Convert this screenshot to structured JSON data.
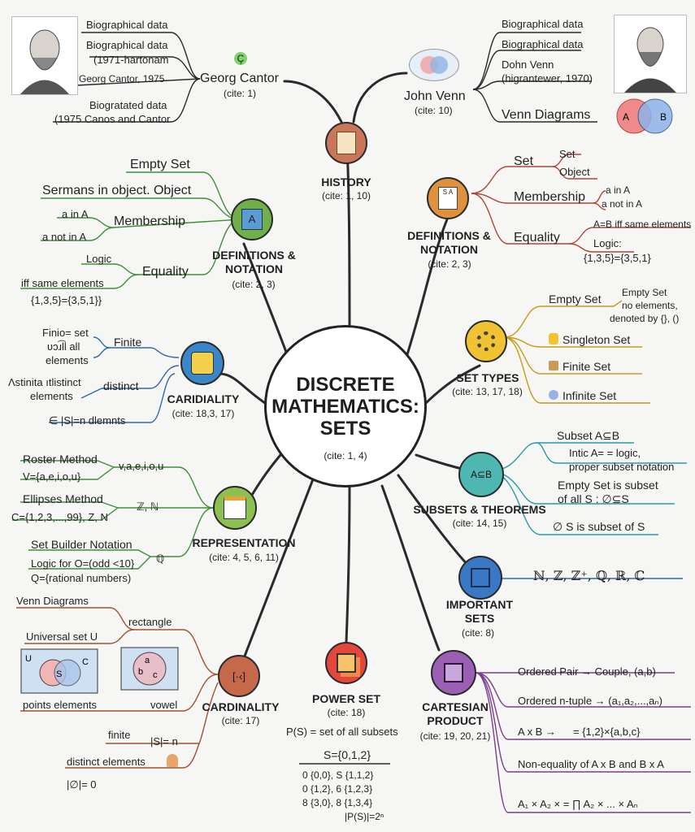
{
  "center": {
    "title_lines": [
      "DISCRETE",
      "MATHEMATICS:",
      "SETS"
    ],
    "cite": "(cite: 1, 4)"
  },
  "cantor": {
    "name": "Georg Cantor",
    "cite": "(cite: 1)",
    "small_icon": "Ç",
    "leaves": [
      "Biographical data",
      "Biographical data",
      "(1971-hartonam",
      "Georg Cantor, 1975",
      "Biogratated data",
      "(1975 Canos and Cantor"
    ]
  },
  "venn_person": {
    "name": "John Venn",
    "cite": "(cite: 10)",
    "leaves": [
      "Biographical data",
      "Biographical data",
      "Dohn Venn",
      "(higrantewer, 1970)",
      "Venn Diagrams"
    ],
    "diagram_labels": [
      "A",
      "B"
    ]
  },
  "history": {
    "title": "HISTORY",
    "cite": "(cite: 1, 10)"
  },
  "def_left": {
    "title_lines": [
      "DEFINITIONS &",
      "NOTATION"
    ],
    "cite": "(cite: 2, 3)",
    "icon_text": "A",
    "leaves": [
      "Empty Set",
      "Sermans in object. Object",
      "Membership",
      "a in A",
      "a not in A",
      "Logic",
      "Equality",
      "iff same elements",
      "{1,3,5}={3,5,1}}"
    ]
  },
  "def_right": {
    "title_lines": [
      "DEFINITIONS &",
      "NOTATION"
    ],
    "cite": "(cite: 2, 3)",
    "icon_text": "S A",
    "leaves": [
      "Set",
      "Set",
      "Object",
      "Membership",
      "a in A",
      "a not in A",
      "Equality",
      "A=B iff same elements",
      "Logic:",
      "{1,3,5}={3,5,1}"
    ]
  },
  "cardiality": {
    "title": "CARIDIALITY",
    "cite": "(cite: 18,3, 17)",
    "leaves": [
      "Finio= set",
      "Finite",
      "ʋɔɹ͡ll all",
      "elements",
      "Ʌstinita ıtlistinct",
      "distinct",
      "elements",
      "∈ |S|=n dlemnts"
    ]
  },
  "set_types": {
    "title": "SET TYPES",
    "cite": "(cite: 13, 17, 18)",
    "leaves": [
      "Empty Set",
      "Empty Set",
      "no elements,",
      "denoted by {}, ()",
      "Singleton Set",
      "Finite Set",
      "Infinite Set"
    ]
  },
  "representation": {
    "title": "REPRESENTATION",
    "cite": "(cite: 4, 5, 6, 11)",
    "leaves": [
      "Roster Method",
      "v,a,e,i,o,u",
      "V={a,e,i,o,u}",
      "Ellipses Method",
      "ℤ, ℕ",
      "C={1,2,3,...,99}, Z, N",
      "Set Builder Notation",
      "ℚ",
      "Logic for O=(odd <10}",
      "Q={rational numbers)"
    ]
  },
  "subsets": {
    "title": "SUBSETS & THEOREMS",
    "cite": "(cite: 14, 15)",
    "icon_text": "A⊆B",
    "leaves": [
      "Subset A⊆B",
      "Intic A= = logic,",
      "proper subset notation",
      "Empty Set is subset",
      "of all S : ∅⊆S",
      "∅ S is subset of S"
    ]
  },
  "important": {
    "title_lines": [
      "IMPORTANT",
      "SETS"
    ],
    "cite": "(cite: 8)",
    "leaf": "ℕ,  ℤ,  ℤ⁺,  ℚ,  ℝ,  ℂ"
  },
  "cardinality": {
    "title": "CARDINALITY",
    "cite": "(cite: 17)",
    "icon_text": "[·‹]",
    "leaves": [
      "Venn Diagrams",
      "rectangle",
      "Universal set U",
      "points elements",
      "vowel",
      "finite",
      "|S|= n",
      "distinct elements",
      "|∅|= 0"
    ],
    "diagram1_labels": [
      "U",
      "S",
      "C"
    ],
    "diagram2_labels": [
      "a",
      "b",
      "c"
    ]
  },
  "power_set": {
    "title": "POWER SET",
    "cite": "(cite: 18)",
    "leaves": [
      "P(S) = set of all subsets",
      "S={0,1,2}",
      "0 {0,0}, S {1,1,2}",
      "0 {1,2}, 6 {1,2,3}",
      "8 {3,0}, 8 {1,3,4}",
      "|P(S)|=2ⁿ"
    ]
  },
  "cartesian": {
    "title_lines": [
      "CARTESIAN",
      "PRODUCT"
    ],
    "cite": "(cite: 19, 20, 21)",
    "leaves": [
      "Ordered Pair → Couple, (a,b)",
      "Ordered n-tuple → (a₁,a₂,...,aₙ)",
      "A x B →",
      "= {1,2}×{a,b,c}",
      "Non-equality of A x B and B x A",
      "A₁ × A₂ × = ∏ A₂ × ... × Aₙ"
    ]
  },
  "colors": {
    "green": "#3f8f3a",
    "red": "#b3443a",
    "blue": "#2f6aa8",
    "gold": "#c99a1a",
    "teal": "#2b9aa6",
    "purple": "#7a3e8e",
    "dark": "#2a2a2a"
  }
}
